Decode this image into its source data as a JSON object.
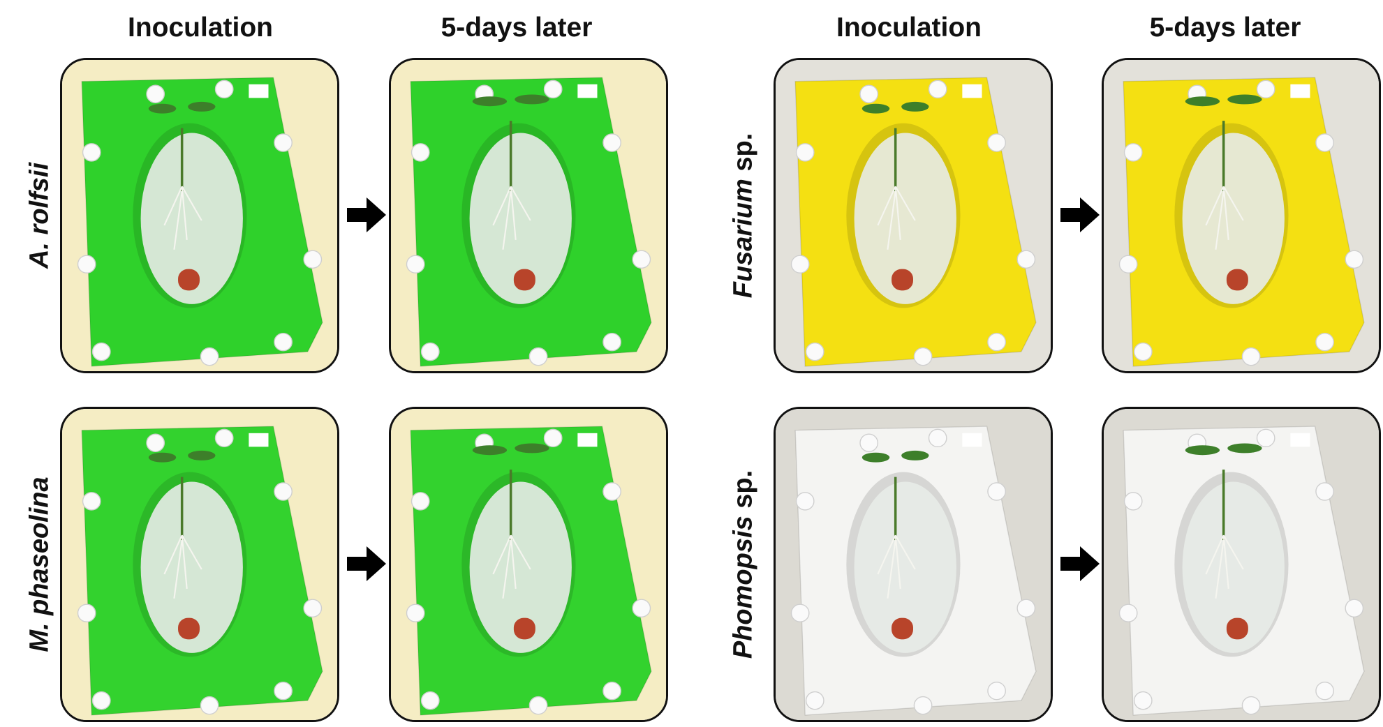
{
  "column_headers": [
    "Inoculation",
    "5-days later",
    "Inoculation",
    "5-days later"
  ],
  "rows": [
    {
      "label_italic": "A. rolfsii",
      "label_plain": "",
      "plate_color": "#2fd12b",
      "background": "#f5edc4",
      "group": "left",
      "row": 0
    },
    {
      "label_italic": "M. phaseolina",
      "label_plain": "",
      "plate_color": "#33d22e",
      "background": "#f5edc4",
      "group": "left",
      "row": 1
    },
    {
      "label_italic": "Fusarium",
      "label_plain": " sp.",
      "plate_color": "#f4e012",
      "background": "#e3e1da",
      "group": "right",
      "row": 0
    },
    {
      "label_italic": "Phomopsis",
      "label_plain": " sp.",
      "plate_color": "#f4f4f2",
      "background": "#dcdad3",
      "group": "right",
      "row": 1
    }
  ],
  "stages": [
    "inoculation",
    "5-days-later"
  ],
  "icons": {
    "arrow": "arrow-right-icon"
  }
}
